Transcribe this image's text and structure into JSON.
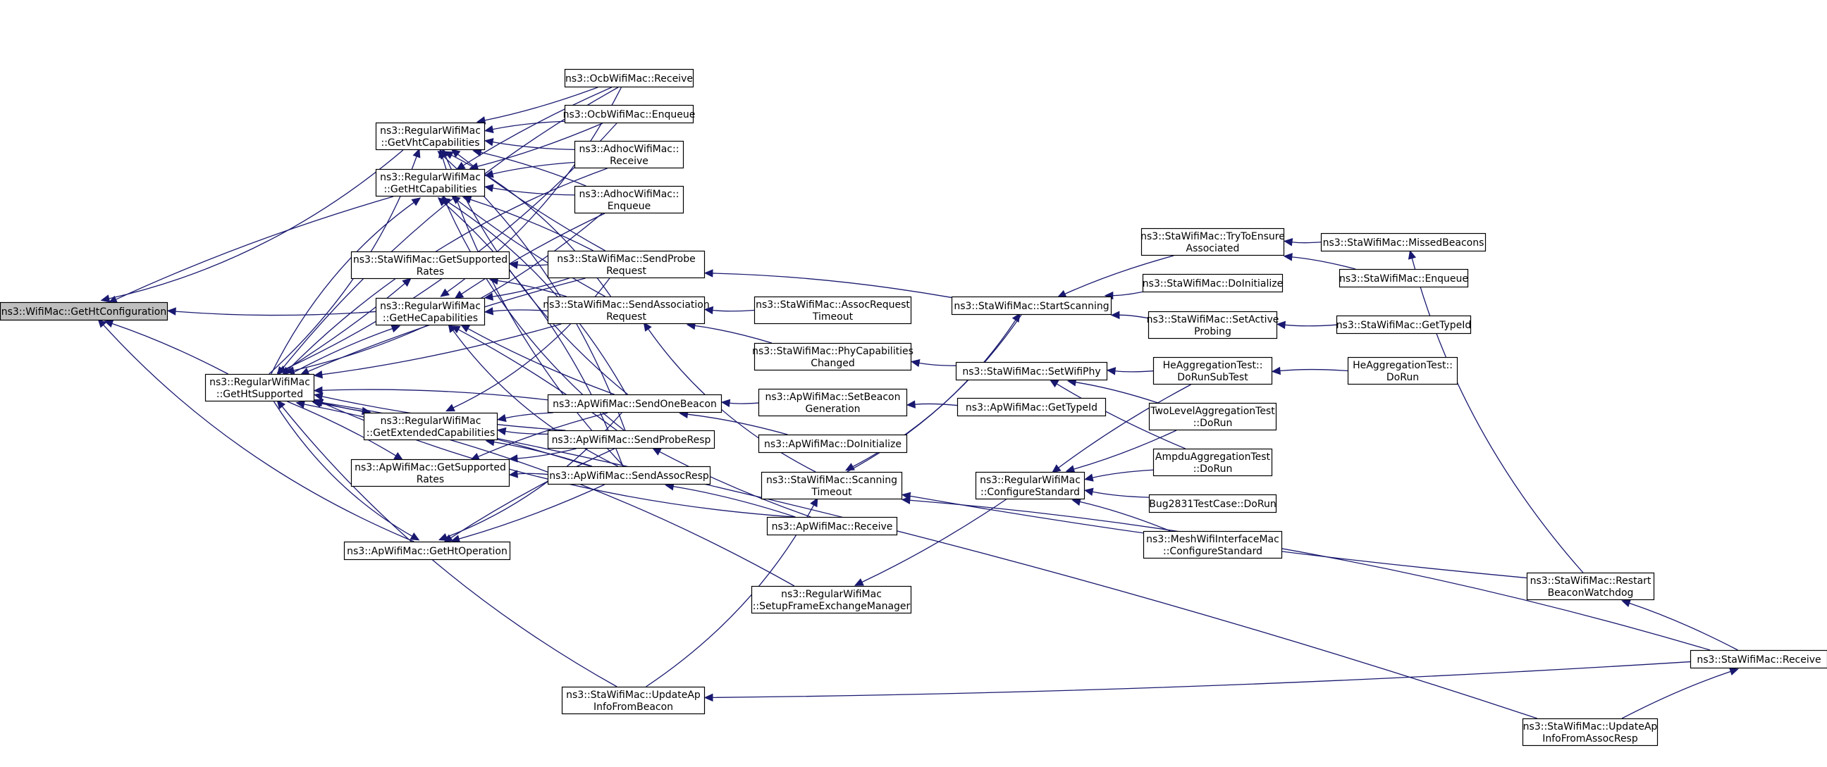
{
  "nodes": [
    {
      "id": "root",
      "lines": [
        "ns3::WifiMac::GetHtConfiguration"
      ],
      "root": true
    },
    {
      "id": "getVht",
      "lines": [
        "ns3::RegularWifiMac",
        "::GetVhtCapabilities"
      ]
    },
    {
      "id": "getHtCap",
      "lines": [
        "ns3::RegularWifiMac",
        "::GetHtCapabilities"
      ]
    },
    {
      "id": "staGetSupRates",
      "lines": [
        "ns3::StaWifiMac::GetSupported",
        "Rates"
      ]
    },
    {
      "id": "getHe",
      "lines": [
        "ns3::RegularWifiMac",
        "::GetHeCapabilities"
      ]
    },
    {
      "id": "getHtSup",
      "lines": [
        "ns3::RegularWifiMac",
        "::GetHtSupported"
      ]
    },
    {
      "id": "getExt",
      "lines": [
        "ns3::RegularWifiMac",
        "::GetExtendedCapabilities"
      ]
    },
    {
      "id": "apGetSupRates",
      "lines": [
        "ns3::ApWifiMac::GetSupported",
        "Rates"
      ]
    },
    {
      "id": "apGetHtOp",
      "lines": [
        "ns3::ApWifiMac::GetHtOperation"
      ]
    },
    {
      "id": "ocbRecv",
      "lines": [
        "ns3::OcbWifiMac::Receive"
      ]
    },
    {
      "id": "ocbEnq",
      "lines": [
        "ns3::OcbWifiMac::Enqueue"
      ]
    },
    {
      "id": "adhocRecv",
      "lines": [
        "ns3::AdhocWifiMac::",
        "Receive"
      ]
    },
    {
      "id": "adhocEnq",
      "lines": [
        "ns3::AdhocWifiMac::",
        "Enqueue"
      ]
    },
    {
      "id": "sendProbe",
      "lines": [
        "ns3::StaWifiMac::SendProbe",
        "Request"
      ]
    },
    {
      "id": "sendAssoc",
      "lines": [
        "ns3::StaWifiMac::SendAssociation",
        "Request"
      ]
    },
    {
      "id": "sendOneBeacon",
      "lines": [
        "ns3::ApWifiMac::SendOneBeacon"
      ]
    },
    {
      "id": "sendProbeResp",
      "lines": [
        "ns3::ApWifiMac::SendProbeResp"
      ]
    },
    {
      "id": "sendAssocResp",
      "lines": [
        "ns3::ApWifiMac::SendAssocResp"
      ]
    },
    {
      "id": "updateApBeacon",
      "lines": [
        "ns3::StaWifiMac::UpdateAp",
        "InfoFromBeacon"
      ]
    },
    {
      "id": "assocReqTimeout",
      "lines": [
        "ns3::StaWifiMac::AssocRequest",
        "Timeout"
      ]
    },
    {
      "id": "phyCapChanged",
      "lines": [
        "ns3::StaWifiMac::PhyCapabilities",
        "Changed"
      ]
    },
    {
      "id": "setBeaconGen",
      "lines": [
        "ns3::ApWifiMac::SetBeacon",
        "Generation"
      ]
    },
    {
      "id": "apDoInit",
      "lines": [
        "ns3::ApWifiMac::DoInitialize"
      ]
    },
    {
      "id": "scanTimeout",
      "lines": [
        "ns3::StaWifiMac::Scanning",
        "Timeout"
      ]
    },
    {
      "id": "apRecv",
      "lines": [
        "ns3::ApWifiMac::Receive"
      ]
    },
    {
      "id": "setupFem",
      "lines": [
        "ns3::RegularWifiMac",
        "::SetupFrameExchangeManager"
      ]
    },
    {
      "id": "startScan",
      "lines": [
        "ns3::StaWifiMac::StartScanning"
      ]
    },
    {
      "id": "setWifiPhy",
      "lines": [
        "ns3::StaWifiMac::SetWifiPhy"
      ]
    },
    {
      "id": "apGetTypeId",
      "lines": [
        "ns3::ApWifiMac::GetTypeId"
      ]
    },
    {
      "id": "cfgStd",
      "lines": [
        "ns3::RegularWifiMac",
        "::ConfigureStandard"
      ]
    },
    {
      "id": "tryEnsure",
      "lines": [
        "ns3::StaWifiMac::TryToEnsure",
        "Associated"
      ]
    },
    {
      "id": "staDoInit",
      "lines": [
        "ns3::StaWifiMac::DoInitialize"
      ]
    },
    {
      "id": "setActive",
      "lines": [
        "ns3::StaWifiMac::SetActive",
        "Probing"
      ]
    },
    {
      "id": "heDoRunSub",
      "lines": [
        "HeAggregationTest::",
        "DoRunSubTest"
      ]
    },
    {
      "id": "twoLevel",
      "lines": [
        "TwoLevelAggregationTest",
        "::DoRun"
      ]
    },
    {
      "id": "ampdu",
      "lines": [
        "AmpduAggregationTest",
        "::DoRun"
      ]
    },
    {
      "id": "bug2831",
      "lines": [
        "Bug2831TestCase::DoRun"
      ]
    },
    {
      "id": "meshCfg",
      "lines": [
        "ns3::MeshWifiInterfaceMac",
        "::ConfigureStandard"
      ]
    },
    {
      "id": "missedBeacons",
      "lines": [
        "ns3::StaWifiMac::MissedBeacons"
      ]
    },
    {
      "id": "staEnq",
      "lines": [
        "ns3::StaWifiMac::Enqueue"
      ]
    },
    {
      "id": "staGetTypeId",
      "lines": [
        "ns3::StaWifiMac::GetTypeId"
      ]
    },
    {
      "id": "heDoRun",
      "lines": [
        "HeAggregationTest::",
        "DoRun"
      ]
    },
    {
      "id": "restartWd",
      "lines": [
        "ns3::StaWifiMac::Restart",
        "BeaconWatchdog"
      ]
    },
    {
      "id": "staRecv",
      "lines": [
        "ns3::StaWifiMac::Receive"
      ]
    },
    {
      "id": "updateApAssoc",
      "lines": [
        "ns3::StaWifiMac::UpdateAp",
        "InfoFromAssocResp"
      ]
    }
  ],
  "edges": [
    [
      "getVht",
      "root"
    ],
    [
      "getHtCap",
      "root"
    ],
    [
      "getHe",
      "root"
    ],
    [
      "getHtSup",
      "root"
    ],
    [
      "apGetHtOp",
      "root"
    ],
    [
      "getHtSup",
      "getVht"
    ],
    [
      "getHtSup",
      "getHtCap"
    ],
    [
      "getHtSup",
      "staGetSupRates"
    ],
    [
      "getHtSup",
      "getHe"
    ],
    [
      "getHtSup",
      "getExt"
    ],
    [
      "getHtSup",
      "apGetSupRates"
    ],
    [
      "getHtSup",
      "apGetHtOp"
    ],
    [
      "ocbRecv",
      "getVht"
    ],
    [
      "ocbEnq",
      "getVht"
    ],
    [
      "adhocRecv",
      "getVht"
    ],
    [
      "adhocEnq",
      "getVht"
    ],
    [
      "sendProbe",
      "getVht"
    ],
    [
      "sendAssoc",
      "getVht"
    ],
    [
      "sendOneBeacon",
      "getVht"
    ],
    [
      "sendProbeResp",
      "getVht"
    ],
    [
      "sendAssocResp",
      "getVht"
    ],
    [
      "ocbRecv",
      "getHtCap"
    ],
    [
      "ocbEnq",
      "getHtCap"
    ],
    [
      "adhocRecv",
      "getHtCap"
    ],
    [
      "adhocEnq",
      "getHtCap"
    ],
    [
      "sendProbe",
      "getHtCap"
    ],
    [
      "sendAssoc",
      "getHtCap"
    ],
    [
      "sendOneBeacon",
      "getHtCap"
    ],
    [
      "sendProbeResp",
      "getHtCap"
    ],
    [
      "sendAssocResp",
      "getHtCap"
    ],
    [
      "sendProbe",
      "staGetSupRates"
    ],
    [
      "sendAssoc",
      "staGetSupRates"
    ],
    [
      "ocbRecv",
      "getHe"
    ],
    [
      "adhocEnq",
      "getHe"
    ],
    [
      "sendProbe",
      "getHe"
    ],
    [
      "sendAssoc",
      "getHe"
    ],
    [
      "sendOneBeacon",
      "getHe"
    ],
    [
      "sendProbeResp",
      "getHe"
    ],
    [
      "sendAssocResp",
      "getHe"
    ],
    [
      "sendOneBeacon",
      "getExt"
    ],
    [
      "sendProbeResp",
      "getExt"
    ],
    [
      "sendAssocResp",
      "getExt"
    ],
    [
      "sendProbe",
      "getExt"
    ],
    [
      "sendOneBeacon",
      "apGetSupRates"
    ],
    [
      "sendProbeResp",
      "apGetSupRates"
    ],
    [
      "sendAssocResp",
      "apGetSupRates"
    ],
    [
      "sendOneBeacon",
      "apGetHtOp"
    ],
    [
      "sendProbeResp",
      "apGetHtOp"
    ],
    [
      "sendAssocResp",
      "apGetHtOp"
    ],
    [
      "ocbRecv",
      "getHtSup"
    ],
    [
      "ocbEnq",
      "getHtSup"
    ],
    [
      "adhocRecv",
      "getHtSup"
    ],
    [
      "adhocEnq",
      "getHtSup"
    ],
    [
      "sendProbe",
      "getHtSup"
    ],
    [
      "sendAssoc",
      "getHtSup"
    ],
    [
      "sendOneBeacon",
      "getHtSup"
    ],
    [
      "sendProbeResp",
      "getHtSup"
    ],
    [
      "sendAssocResp",
      "getHtSup"
    ],
    [
      "apRecv",
      "getHtSup"
    ],
    [
      "setupFem",
      "getHtSup"
    ],
    [
      "updateApBeacon",
      "getHtSup"
    ],
    [
      "updateApAssoc",
      "getHtSup"
    ],
    [
      "assocReqTimeout",
      "sendAssoc"
    ],
    [
      "phyCapChanged",
      "sendAssoc"
    ],
    [
      "scanTimeout",
      "sendAssoc"
    ],
    [
      "startScan",
      "sendProbe"
    ],
    [
      "setBeaconGen",
      "sendOneBeacon"
    ],
    [
      "apDoInit",
      "sendOneBeacon"
    ],
    [
      "apRecv",
      "sendProbeResp"
    ],
    [
      "apRecv",
      "sendAssocResp"
    ],
    [
      "staRecv",
      "updateApBeacon"
    ],
    [
      "updateApBeacon",
      "scanTimeout"
    ],
    [
      "startScan",
      "scanTimeout"
    ],
    [
      "scanTimeout",
      "startScan"
    ],
    [
      "restartWd",
      "scanTimeout"
    ],
    [
      "staRecv",
      "scanTimeout"
    ],
    [
      "setWifiPhy",
      "phyCapChanged"
    ],
    [
      "apGetTypeId",
      "setBeaconGen"
    ],
    [
      "cfgStd",
      "setupFem"
    ],
    [
      "tryEnsure",
      "startScan"
    ],
    [
      "staDoInit",
      "startScan"
    ],
    [
      "setActive",
      "startScan"
    ],
    [
      "heDoRunSub",
      "setWifiPhy"
    ],
    [
      "twoLevel",
      "setWifiPhy"
    ],
    [
      "ampdu",
      "setWifiPhy"
    ],
    [
      "heDoRunSub",
      "cfgStd"
    ],
    [
      "twoLevel",
      "cfgStd"
    ],
    [
      "ampdu",
      "cfgStd"
    ],
    [
      "bug2831",
      "cfgStd"
    ],
    [
      "meshCfg",
      "cfgStd"
    ],
    [
      "missedBeacons",
      "tryEnsure"
    ],
    [
      "staEnq",
      "tryEnsure"
    ],
    [
      "staGetTypeId",
      "setActive"
    ],
    [
      "heDoRun",
      "heDoRunSub"
    ],
    [
      "restartWd",
      "missedBeacons"
    ],
    [
      "staRecv",
      "restartWd"
    ],
    [
      "updateApAssoc",
      "staRecv"
    ]
  ]
}
